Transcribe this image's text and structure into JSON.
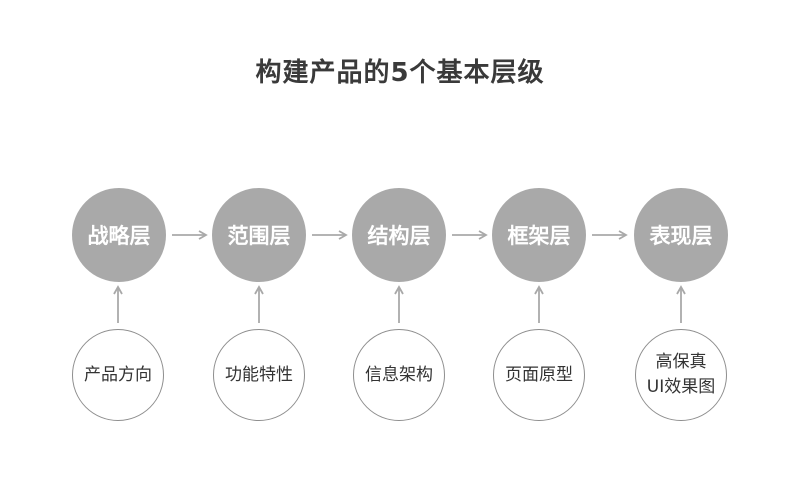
{
  "title": "构建产品的5个基本层级",
  "layers": [
    {
      "label": "战略层",
      "output": "产品方向"
    },
    {
      "label": "范围层",
      "output": "功能特性"
    },
    {
      "label": "结构层",
      "output": "信息架构"
    },
    {
      "label": "框架层",
      "output": "页面原型"
    },
    {
      "label": "表现层",
      "output": "高保真\nUI效果图"
    }
  ],
  "colors": {
    "layer_fill": "#a9a9a9",
    "layer_text": "#ffffff",
    "output_border": "#8e8e8e",
    "arrow": "#a9a9a9",
    "title": "#3a3a3a"
  }
}
